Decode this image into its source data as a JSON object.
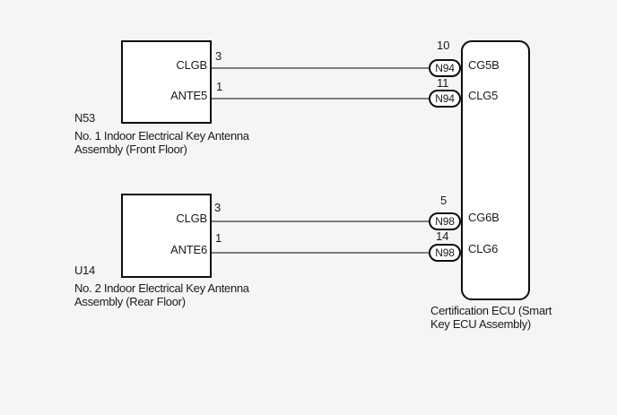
{
  "colors": {
    "background": "#f5f5f5",
    "component_fill": "#ffffff",
    "outline": "#0d0d0d",
    "wire": "#7d7d7d"
  },
  "n53": {
    "id": "N53",
    "name_line1": "No. 1 Indoor Electrical Key Antenna",
    "name_line2": "Assembly (Front Floor)",
    "pins": [
      {
        "number": "3",
        "label": "CLGB"
      },
      {
        "number": "1",
        "label": "ANTE5"
      }
    ]
  },
  "u14": {
    "id": "U14",
    "name_line1": "No. 2 Indoor Electrical Key Antenna",
    "name_line2": "Assembly (Rear Floor)",
    "pins": [
      {
        "number": "3",
        "label": "CLGB"
      },
      {
        "number": "1",
        "label": "ANTE6"
      }
    ]
  },
  "ecu": {
    "name_line1": "Certification ECU (Smart",
    "name_line2": "Key ECU Assembly)",
    "pins": [
      {
        "number": "10",
        "connector": "N94",
        "label": "CG5B"
      },
      {
        "number": "11",
        "connector": "N94",
        "label": "CLG5"
      },
      {
        "number": "5",
        "connector": "N98",
        "label": "CG6B"
      },
      {
        "number": "14",
        "connector": "N98",
        "label": "CLG6"
      }
    ]
  }
}
